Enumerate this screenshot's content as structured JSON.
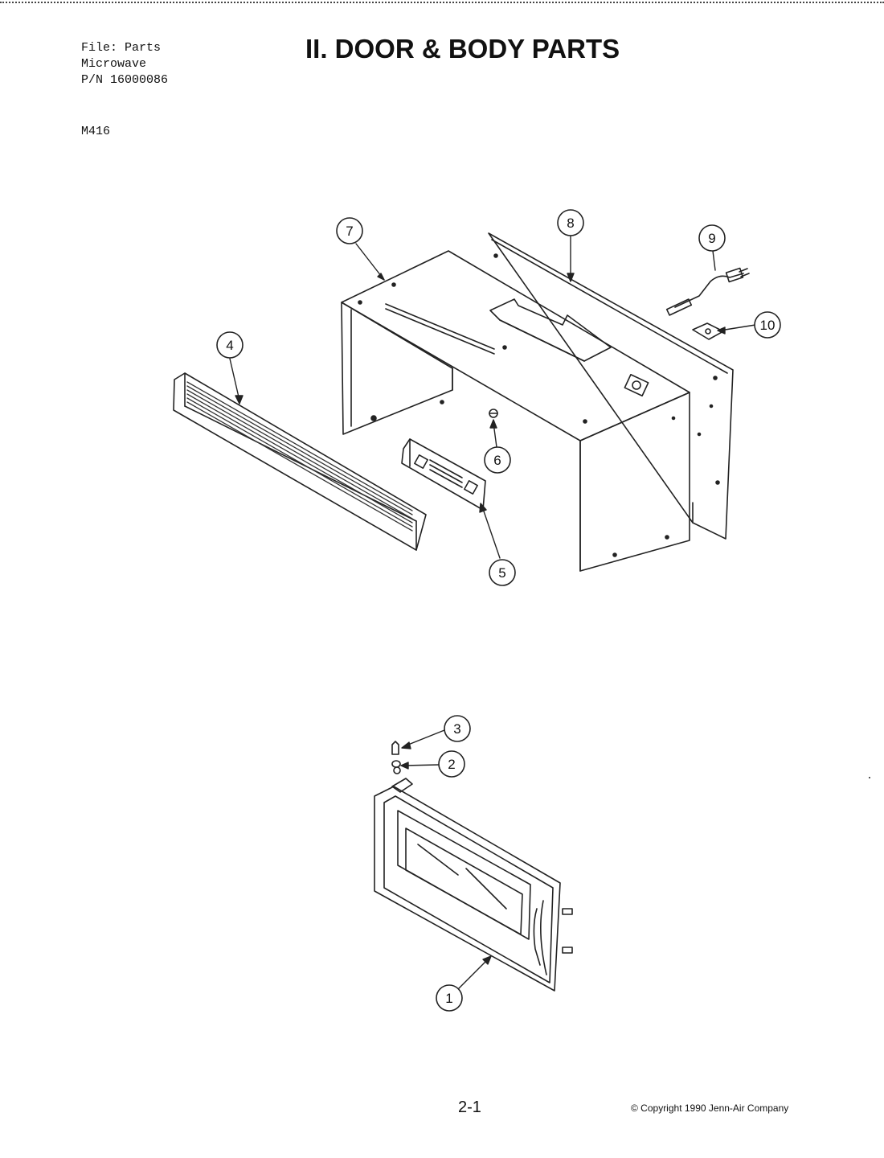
{
  "header": {
    "file_line": "File: Parts",
    "product_line": "Microwave",
    "pn_line": "P/N 16000086",
    "model": "M416",
    "title": "II. DOOR & BODY PARTS"
  },
  "callouts": [
    "1",
    "2",
    "3",
    "4",
    "5",
    "6",
    "7",
    "8",
    "9",
    "10"
  ],
  "footer": {
    "page_number": "2-1",
    "copyright": "© Copyright 1990 Jenn-Air Company"
  }
}
